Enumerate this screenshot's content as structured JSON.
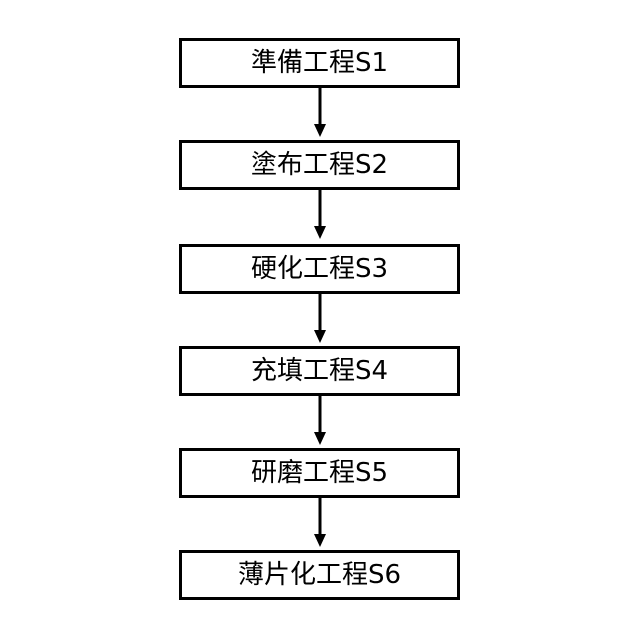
{
  "flowchart": {
    "steps": [
      {
        "label": "準備工程S1"
      },
      {
        "label": "塗布工程S2"
      },
      {
        "label": "硬化工程S3"
      },
      {
        "label": "充填工程S4"
      },
      {
        "label": "研磨工程S5"
      },
      {
        "label": "薄片化工程S6"
      }
    ],
    "connector": "arrow-down",
    "colors": {
      "line": "#000000",
      "box_fill": "#ffffff",
      "text": "#000000",
      "background": "#ffffff"
    }
  }
}
